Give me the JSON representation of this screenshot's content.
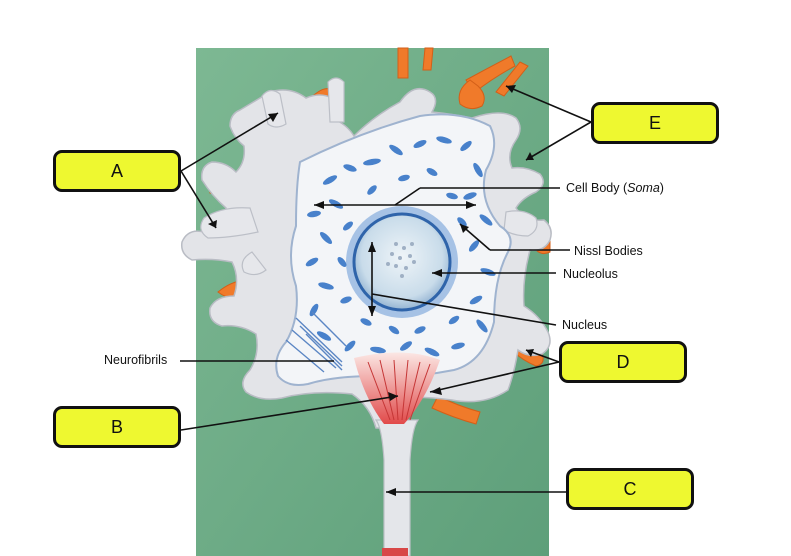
{
  "boxes": {
    "a": "A",
    "b": "B",
    "c": "C",
    "d": "D",
    "e": "E"
  },
  "labels": {
    "cell_body": "Cell Body (",
    "soma": "Soma",
    "cell_body_close": ")",
    "nissl_bodies": "Nissl Bodies",
    "nucleolus": "Nucleolus",
    "nucleus": "Nucleus",
    "neurofibrils": "Neurofibrils"
  },
  "colors": {
    "background_green": "#6fae87",
    "box_fill": "#eef830",
    "dendrite_tip_orange": "#f07a2a",
    "nissl_blue": "#3a78c8"
  }
}
